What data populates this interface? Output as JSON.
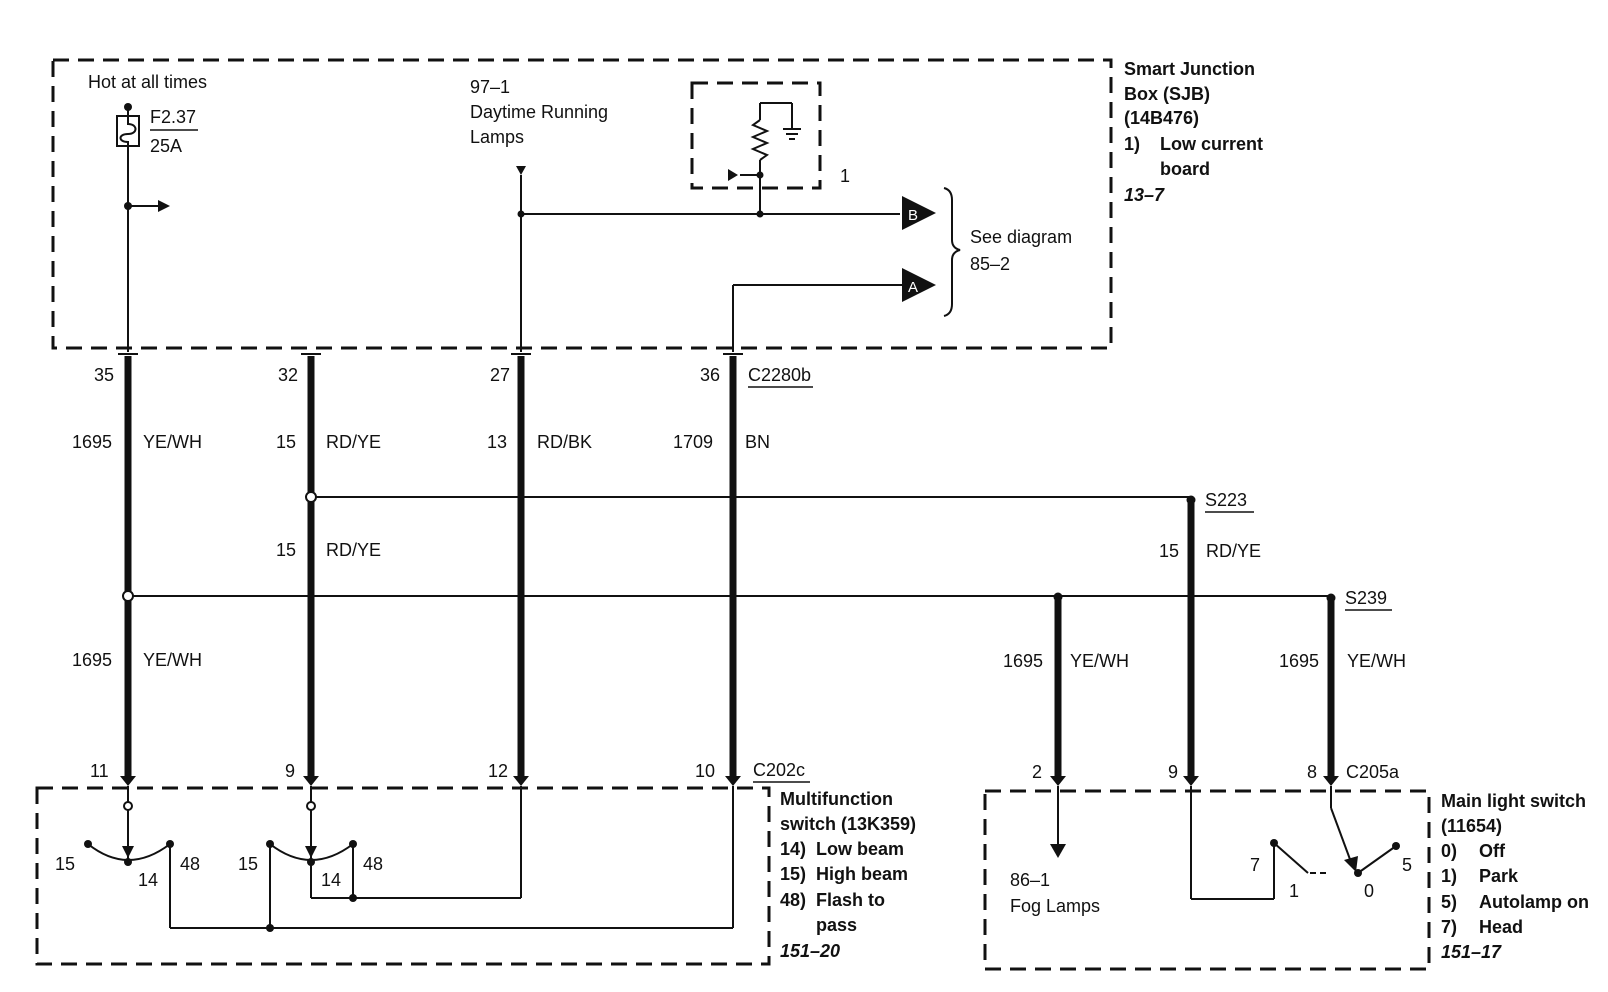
{
  "sjb": {
    "hot": "Hot at all times",
    "fuse_id": "F2.37",
    "fuse_amp": "25A",
    "drl_ref": "97–1",
    "drl_line1": "Daytime Running",
    "drl_line2": "Lamps",
    "relay_pin": "1",
    "conn_b": "B",
    "conn_a": "A",
    "see_line1": "See diagram",
    "see_line2": "85–2",
    "title_line1": "Smart Junction",
    "title_line2": "Box (SJB)",
    "title_line3": "(14B476)",
    "item_num": "1)",
    "item_line1": "Low current",
    "item_line2": "board",
    "page_ref": "13–7"
  },
  "c2280b": {
    "name": "C2280b",
    "pins": [
      "35",
      "32",
      "27",
      "36"
    ]
  },
  "wires": [
    {
      "circuit": "1695",
      "color": "YE/WH"
    },
    {
      "circuit": "15",
      "color": "RD/YE"
    },
    {
      "circuit": "13",
      "color": "RD/BK"
    },
    {
      "circuit": "1709",
      "color": "BN"
    },
    {
      "circuit": "15",
      "color": "RD/YE"
    },
    {
      "circuit": "1695",
      "color": "YE/WH"
    },
    {
      "circuit": "15",
      "color": "RD/YE"
    },
    {
      "circuit": "1695",
      "color": "YE/WH"
    },
    {
      "circuit": "1695",
      "color": "YE/WH"
    }
  ],
  "splices": [
    "S223",
    "S239"
  ],
  "c202c": {
    "name": "C202c",
    "pins": [
      "11",
      "9",
      "12",
      "10"
    ]
  },
  "c205a": {
    "name": "C205a",
    "pins": [
      "2",
      "9",
      "8"
    ]
  },
  "mfs": {
    "contacts_a": [
      "15",
      "14",
      "48"
    ],
    "contacts_b": [
      "15",
      "14",
      "48"
    ],
    "title_line1": "Multifunction",
    "title_line2": "switch (13K359)",
    "items": [
      {
        "num": "14)",
        "label": "Low beam"
      },
      {
        "num": "15)",
        "label": "High beam"
      },
      {
        "num": "48)",
        "label": "Flash to"
      }
    ],
    "item_cont": "pass",
    "page_ref": "151–20"
  },
  "fog": {
    "ref": "86–1",
    "label": "Fog Lamps"
  },
  "mls": {
    "contacts": [
      "7",
      "1",
      "0",
      "5"
    ],
    "title_line1": "Main light switch",
    "title_line2": "(11654)",
    "items": [
      {
        "num": "0)",
        "label": "Off"
      },
      {
        "num": "1)",
        "label": "Park"
      },
      {
        "num": "5)",
        "label": "Autolamp on"
      },
      {
        "num": "7)",
        "label": "Head"
      }
    ],
    "page_ref": "151–17"
  }
}
